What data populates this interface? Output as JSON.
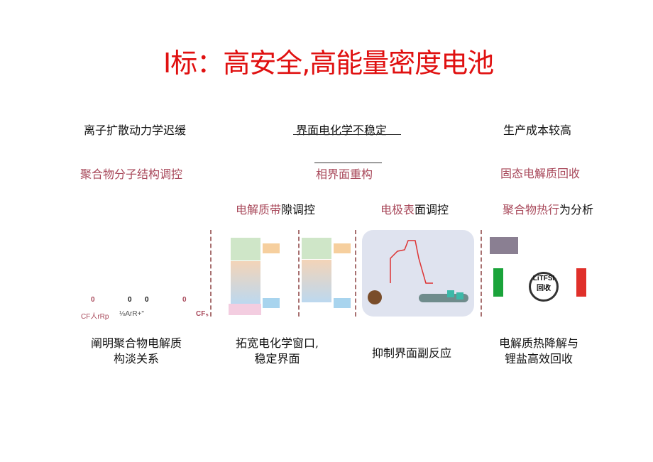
{
  "title": "I标：高安全,高能量密度电池",
  "challenges": [
    "离子扩散动力学迟缓",
    "界面电化学不稳定",
    "生产成本较高"
  ],
  "strategies": [
    "聚合物分子结构调控",
    "相界面重构",
    "固态电解质回收"
  ],
  "methods": [
    {
      "colored": "电解质带",
      "plain": "隙调控"
    },
    {
      "colored": "电极表",
      "plain": "面调控"
    },
    {
      "colored": "聚合物热行",
      "plain": "为分析"
    }
  ],
  "figure_labels": {
    "zeros": [
      "0",
      "0",
      "0",
      "0"
    ],
    "garbled_left": "CF人rRp",
    "garbled_right": "⅛ArR+\"",
    "cf": "CF₅",
    "litfsi": "LiTFSI",
    "recycle": "回收"
  },
  "outcomes": [
    [
      "阐明聚合物电解质",
      "构淡关系"
    ],
    [
      "拓宽电化学窗口,",
      "稳定界面"
    ],
    [
      "抑制界面副反应"
    ],
    [
      "电解质热降解与",
      "锂盐高效回收"
    ]
  ],
  "colors": {
    "title": "#e01010",
    "strategy": "#a8485a"
  }
}
